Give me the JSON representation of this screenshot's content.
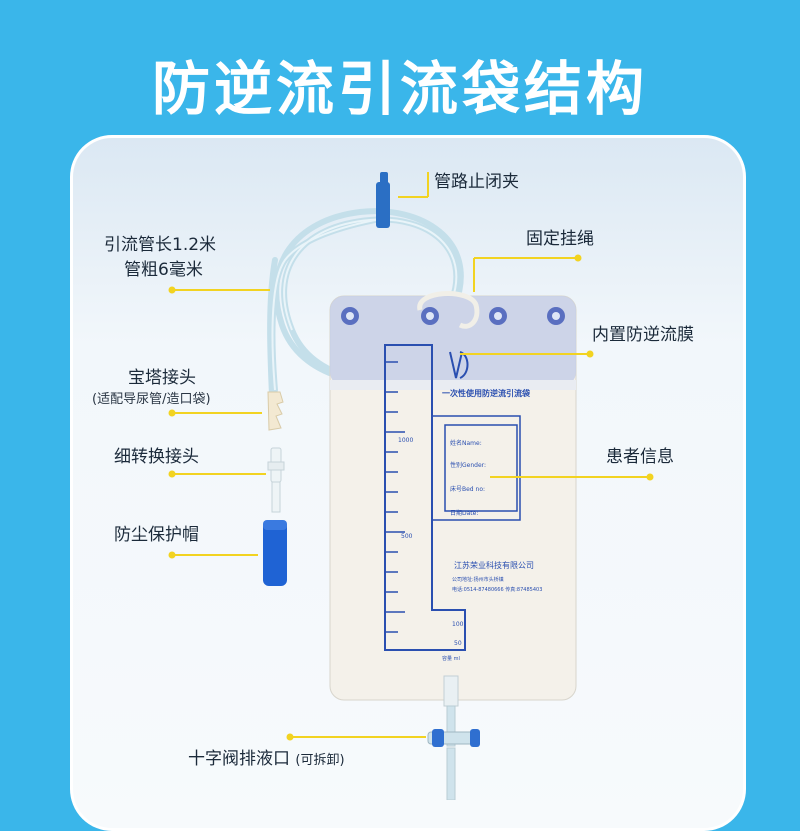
{
  "title": "防逆流引流袋结构",
  "labels": {
    "clamp": "管路止闭夹",
    "tube_len": "引流管长1.2米",
    "tube_dia": "管粗6毫米",
    "hang_rope": "固定挂绳",
    "anti_reflux": "内置防逆流膜",
    "pagoda": "宝塔接头",
    "pagoda_sub": "(适配导尿管/造口袋)",
    "thin_adapter": "细转换接头",
    "dust_cap": "防尘保护帽",
    "patient_info": "患者信息",
    "valve_main": "十字阀排液口",
    "valve_sub": "(可拆卸)"
  },
  "bag": {
    "product_name": "一次性使用防逆流引流袋",
    "fields": [
      "姓名Name:",
      "性别Gender:",
      "床号Bed no:",
      "日期Date:"
    ],
    "scale": [
      "1000",
      "500",
      "100",
      "50"
    ],
    "scale_unit": "容量 ml",
    "company": "江苏荣业科技有限公司",
    "address_lines": [
      "公司地址:扬州市头桥镇",
      "电话:0514-87480666  传真:87485403"
    ]
  },
  "colors": {
    "background": "#3ab6ea",
    "accent_line": "#f2d321",
    "bag_blue": "#2a4fb0",
    "tube": "#cfe6f0"
  }
}
